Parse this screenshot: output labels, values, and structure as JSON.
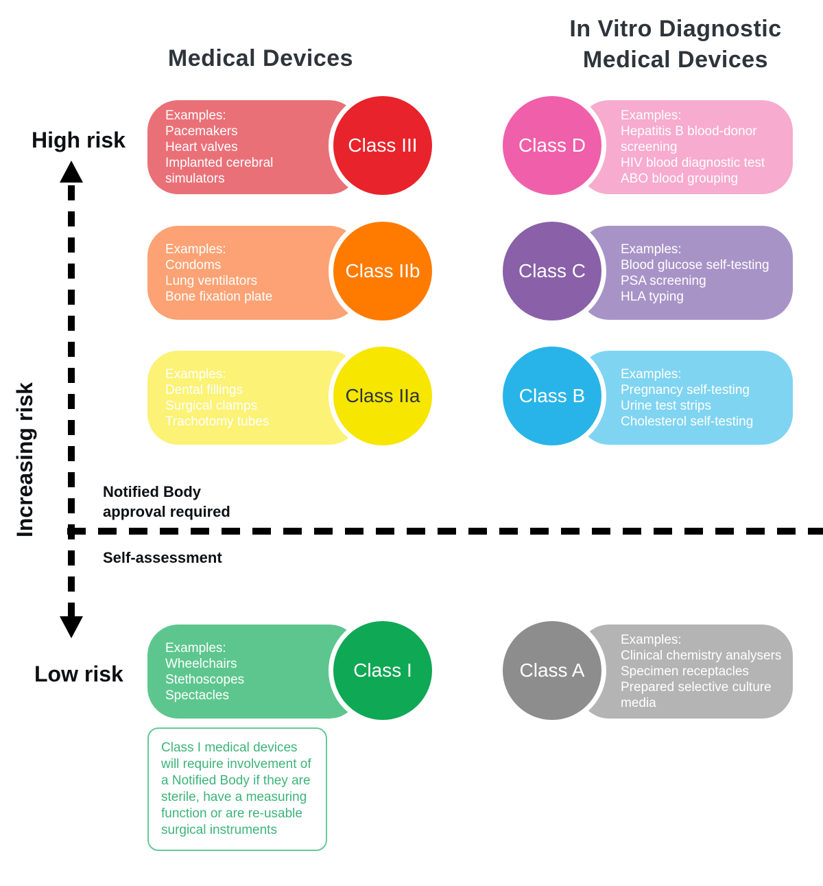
{
  "titles": {
    "left": "Medical Devices",
    "right": [
      "In Vitro Diagnostic",
      "Medical Devices"
    ]
  },
  "axis": {
    "high_risk": "High risk",
    "low_risk": "Low risk",
    "increasing_risk": "Increasing risk",
    "notified_body_lines": [
      "Notified Body",
      "approval required"
    ],
    "self_assessment": "Self-assessment"
  },
  "examples_label": "Examples:",
  "medical_devices": [
    {
      "class_label": "Class III",
      "circle_color": "#e8232b",
      "pill_color": "#ea7078",
      "examples": [
        "Pacemakers",
        "Heart valves",
        "Implanted cerebral simulators"
      ]
    },
    {
      "class_label": "Class IIb",
      "circle_color": "#ff7b00",
      "pill_color": "#fca274",
      "examples": [
        "Condoms",
        "Lung ventilators",
        "Bone fixation plate"
      ]
    },
    {
      "class_label": "Class IIa",
      "circle_color": "#f6e600",
      "pill_color": "#fbf276",
      "examples": [
        "Dental fillings",
        "Surgical clamps",
        "Trachotomy tubes"
      ]
    },
    {
      "class_label": "Class I",
      "circle_color": "#0fa854",
      "pill_color": "#5dc68e",
      "examples": [
        "Wheelchairs",
        "Stethoscopes",
        "Spectacles"
      ]
    }
  ],
  "ivd_devices": [
    {
      "class_label": "Class D",
      "circle_color": "#f05fa9",
      "pill_color": "#f7abce",
      "examples": [
        "Hepatitis B blood-donor screening",
        "HIV blood diagnostic test",
        "ABO blood grouping"
      ]
    },
    {
      "class_label": "Class C",
      "circle_color": "#8a60a8",
      "pill_color": "#a893c7",
      "examples": [
        "Blood glucose self-testing",
        "PSA screening",
        "HLA typing"
      ]
    },
    {
      "class_label": "Class B",
      "circle_color": "#28b4e8",
      "pill_color": "#7fd4f1",
      "examples": [
        "Pregnancy self-testing",
        "Urine test strips",
        "Cholesterol self-testing"
      ]
    },
    {
      "class_label": "Class A",
      "circle_color": "#8d8d8d",
      "pill_color": "#b4b4b4",
      "examples": [
        "Clinical chemistry analysers",
        "Specimen receptacles",
        "Prepared selective culture media"
      ]
    }
  ],
  "note": {
    "text": "Class I medical devices will require involvement of a Notified Body if they are sterile, have a measuring function or are re-usable surgical instruments",
    "border_color": "#63ca96",
    "text_color": "#3cb479"
  }
}
